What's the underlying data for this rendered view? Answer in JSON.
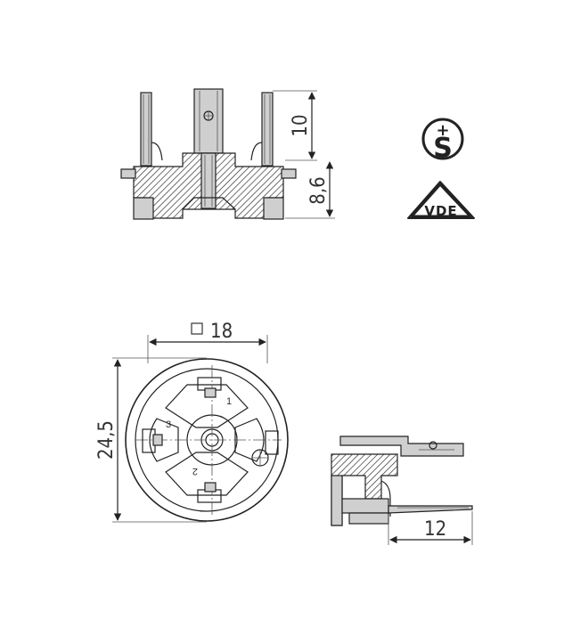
{
  "dimensions": {
    "top_pin_height": "10",
    "top_body_height": "8,6",
    "square_width": "18",
    "front_diameter": "24,5",
    "side_length": "12"
  },
  "pin_labels": {
    "pin1": "1",
    "pin2": "2",
    "pin3": "3"
  },
  "marks": {
    "s_mark_symbol": "S",
    "s_mark_plus": "+",
    "vde_label": "VDE"
  }
}
